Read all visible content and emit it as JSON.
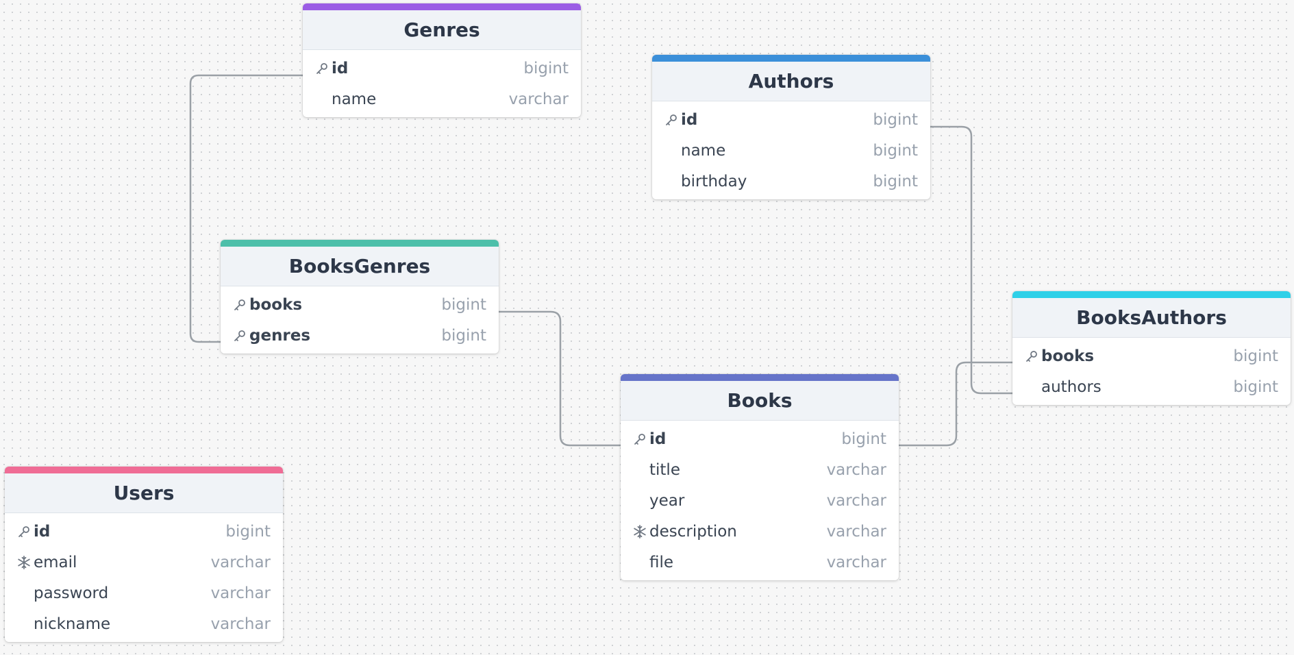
{
  "canvas": {
    "background": "#f7f7f7",
    "dot_color": "#cfd1d4"
  },
  "tables": {
    "genres": {
      "title": "Genres",
      "accent": "#9b5de5",
      "columns": [
        {
          "name": "id",
          "type": "bigint",
          "icon": "key-icon"
        },
        {
          "name": "name",
          "type": "varchar",
          "icon": ""
        }
      ]
    },
    "authors": {
      "title": "Authors",
      "accent": "#3b8fd9",
      "columns": [
        {
          "name": "id",
          "type": "bigint",
          "icon": "key-icon"
        },
        {
          "name": "name",
          "type": "bigint",
          "icon": ""
        },
        {
          "name": "birthday",
          "type": "bigint",
          "icon": ""
        }
      ]
    },
    "booksgenres": {
      "title": "BooksGenres",
      "accent": "#4dbfaa",
      "columns": [
        {
          "name": "books",
          "type": "bigint",
          "icon": "key-icon"
        },
        {
          "name": "genres",
          "type": "bigint",
          "icon": "key-icon"
        }
      ]
    },
    "booksauthors": {
      "title": "BooksAuthors",
      "accent": "#2fd0e8",
      "columns": [
        {
          "name": "books",
          "type": "bigint",
          "icon": "key-icon"
        },
        {
          "name": "authors",
          "type": "bigint",
          "icon": ""
        }
      ]
    },
    "books": {
      "title": "Books",
      "accent": "#6674c9",
      "columns": [
        {
          "name": "id",
          "type": "bigint",
          "icon": "key-icon"
        },
        {
          "name": "title",
          "type": "varchar",
          "icon": ""
        },
        {
          "name": "year",
          "type": "varchar",
          "icon": ""
        },
        {
          "name": "description",
          "type": "varchar",
          "icon": "unique-icon"
        },
        {
          "name": "file",
          "type": "varchar",
          "icon": ""
        }
      ]
    },
    "users": {
      "title": "Users",
      "accent": "#ef6c95",
      "columns": [
        {
          "name": "id",
          "type": "bigint",
          "icon": "key-icon"
        },
        {
          "name": "email",
          "type": "varchar",
          "icon": "unique-icon"
        },
        {
          "name": "password",
          "type": "varchar",
          "icon": ""
        },
        {
          "name": "nickname",
          "type": "varchar",
          "icon": ""
        }
      ]
    }
  },
  "relations": [
    {
      "from": "genres.id",
      "to": "booksgenres.genres"
    },
    {
      "from": "booksgenres.books",
      "to": "books.id"
    },
    {
      "from": "authors.id",
      "to": "booksauthors.authors"
    },
    {
      "from": "books.id",
      "to": "booksauthors.books"
    }
  ],
  "line_color": "#9aa0a6"
}
